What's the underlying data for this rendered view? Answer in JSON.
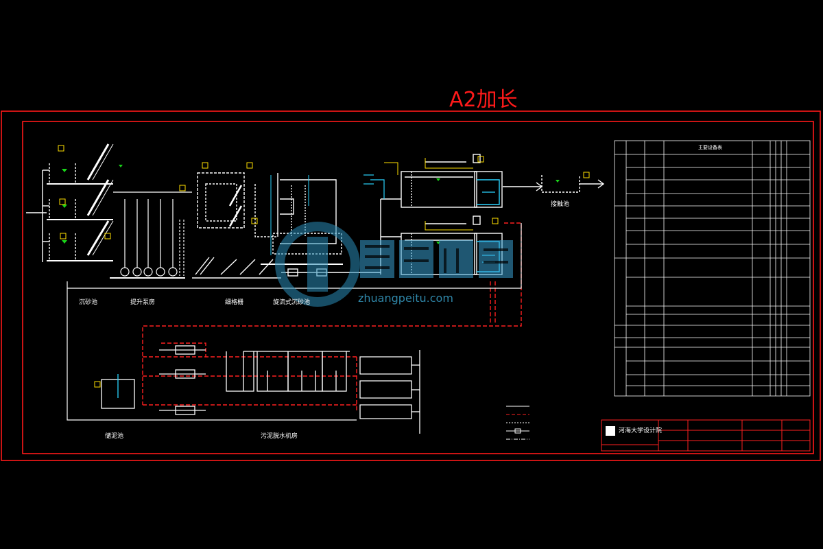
{
  "sheet_size_label": "A2加长",
  "watermark": {
    "site": "zhuangpeitu.com",
    "color": "#39a0c8"
  },
  "colors": {
    "background": "#000000",
    "frame": "#ff1a1a",
    "lines": "#ffffff",
    "pipes_cyan": "#2ad4ff",
    "labels_yellow": "#ffe000",
    "sludge_red": "#ff2020",
    "water_green": "#19d419"
  },
  "title_block": {
    "institution": "河海大学设计院"
  },
  "equipment_table": {
    "title": "主要设备表"
  },
  "process_labels": {
    "grit_chamber": "沉砂池",
    "lift_pump": "提升泵房",
    "screen": "细格栅",
    "clarifier": "旋流式沉砂池",
    "contact_tank": "接触池",
    "sludge_tank": "储泥池",
    "dewatering": "污泥脱水机房"
  }
}
